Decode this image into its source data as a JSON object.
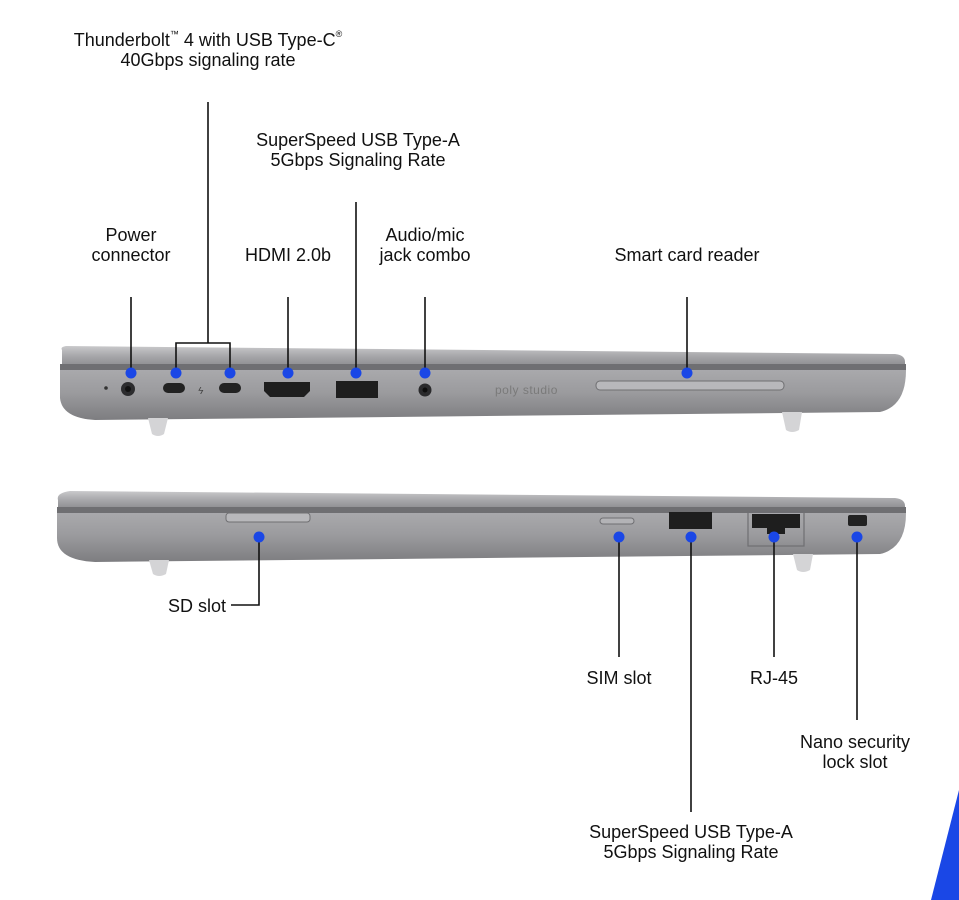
{
  "labels": {
    "thunderbolt": {
      "line1_a": "Thunderbolt",
      "line1_tm": "™",
      "line1_b": " 4 with USB Type-C",
      "line1_r": "®",
      "line2": "40Gbps signaling rate"
    },
    "usb_a_top": {
      "line1": "SuperSpeed USB Type-A",
      "line2": "5Gbps Signaling Rate"
    },
    "power": {
      "line1": "Power",
      "line2": "connector"
    },
    "hdmi": {
      "line1": "HDMI 2.0b"
    },
    "audio": {
      "line1": "Audio/mic",
      "line2": "jack combo"
    },
    "smart_card": {
      "line1": "Smart card reader"
    },
    "sd_slot": {
      "line1": "SD slot"
    },
    "sim_slot": {
      "line1": "SIM slot"
    },
    "rj45": {
      "line1": "RJ-45"
    },
    "nano_lock": {
      "line1": "Nano security",
      "line2": "lock slot"
    },
    "usb_a_bottom": {
      "line1": "SuperSpeed USB Type-A",
      "line2": "5Gbps Signaling Rate"
    }
  },
  "branding": {
    "logo_text": "poly studio"
  },
  "colors": {
    "marker": "#1a47e6",
    "chassis": "#9a9a9d",
    "line": "#111111",
    "accent_corner": "#1a47e6"
  }
}
